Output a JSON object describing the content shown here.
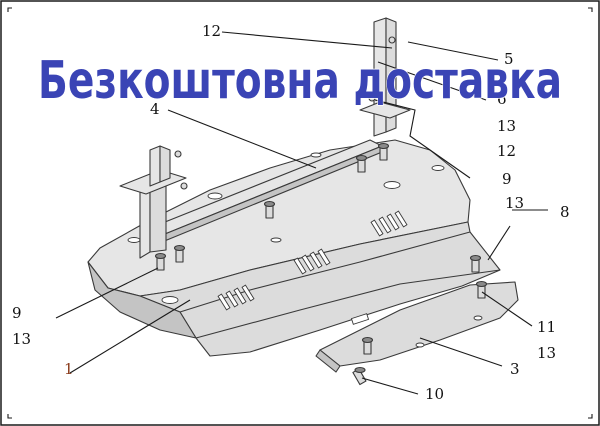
{
  "banner": {
    "text": "Безкоштовна  доставка",
    "color": "#3a44b5"
  },
  "callouts": {
    "c12_top": "12",
    "c4": "4",
    "c5": "5",
    "c6": "6",
    "c13_a": "13",
    "c12_b": "12",
    "c9_right": "9",
    "c13_b": "13",
    "c8": "8",
    "c9_left": "9",
    "c13_left": "13",
    "c1": "1",
    "c11": "11",
    "c13_c": "13",
    "c3": "3",
    "c10": "10"
  },
  "colors": {
    "line": "#1a1a1a",
    "plate": "#dcdcdc",
    "label_1": "#8a3a1a"
  }
}
